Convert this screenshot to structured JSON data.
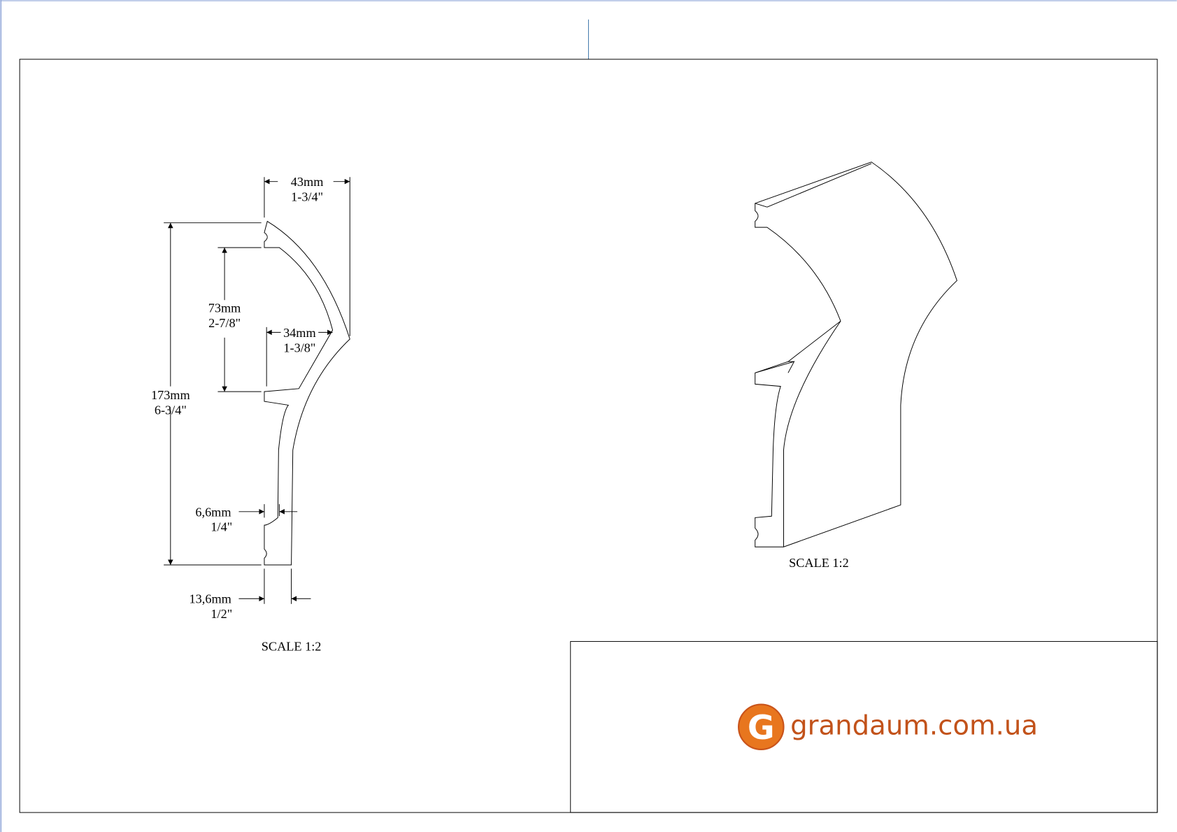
{
  "left_view": {
    "dims": {
      "width_top": {
        "mm": "43mm",
        "in": "1-3/4\""
      },
      "height_upper": {
        "mm": "73mm",
        "in": "2-7/8\""
      },
      "projection_mid": {
        "mm": "34mm",
        "in": "1-3/8\""
      },
      "height_total": {
        "mm": "173mm",
        "in": "6-3/4\""
      },
      "thickness": {
        "mm": "6,6mm",
        "in": "1/4\""
      },
      "width_bottom": {
        "mm": "13,6mm",
        "in": "1/2\""
      }
    },
    "scale": "SCALE  1:2"
  },
  "right_view": {
    "scale": "SCALE  1:2"
  },
  "title_block": {
    "logo_letter": "G",
    "site": "grandaum.com.ua"
  },
  "colors": {
    "brand": "#c2521a",
    "logo_circle": "#e8761e",
    "frame_accent": "#4a7fb0"
  }
}
